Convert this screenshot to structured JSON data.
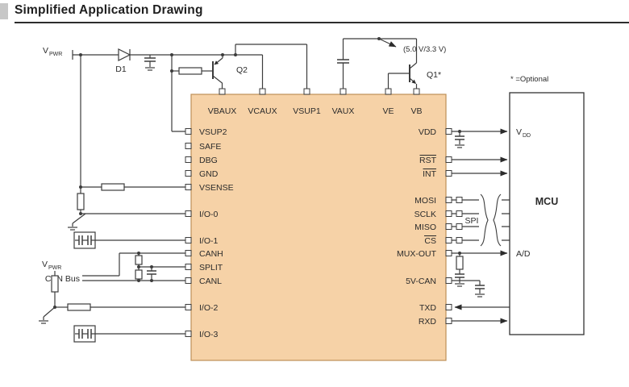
{
  "header": {
    "title": "Simplified Application Drawing"
  },
  "annotations": {
    "optional_note": "* =Optional",
    "supply_note": "(5.0 V/3.3 V)",
    "can_bus": "CAN Bus",
    "spi": "SPI",
    "vpwr": {
      "base": "V",
      "sub": "PWR"
    }
  },
  "components": {
    "d1": "D1",
    "q2": "Q2",
    "q1": "Q1*"
  },
  "ic": {
    "top_pins": [
      "VBAUX",
      "VCAUX",
      "VSUP1",
      "VAUX",
      "VE",
      "VB"
    ],
    "left_pins": [
      "VSUP2",
      "SAFE",
      "DBG",
      "GND",
      "VSENSE",
      "I/O-0",
      "I/O-1",
      "CANH",
      "SPLIT",
      "CANL",
      "I/O-2",
      "I/O-3"
    ],
    "right_pins": [
      "VDD",
      "RST",
      "INT",
      "MOSI",
      "SCLK",
      "MISO",
      "CS",
      "MUX-OUT",
      "5V-CAN",
      "TXD",
      "RXD"
    ]
  },
  "mcu": {
    "label": "MCU",
    "vdd": {
      "base": "V",
      "sub": "DD"
    },
    "ad": "A/D"
  },
  "colors": {
    "ic_fill": "#f6d2a7",
    "ic_stroke": "#bd8f58"
  }
}
